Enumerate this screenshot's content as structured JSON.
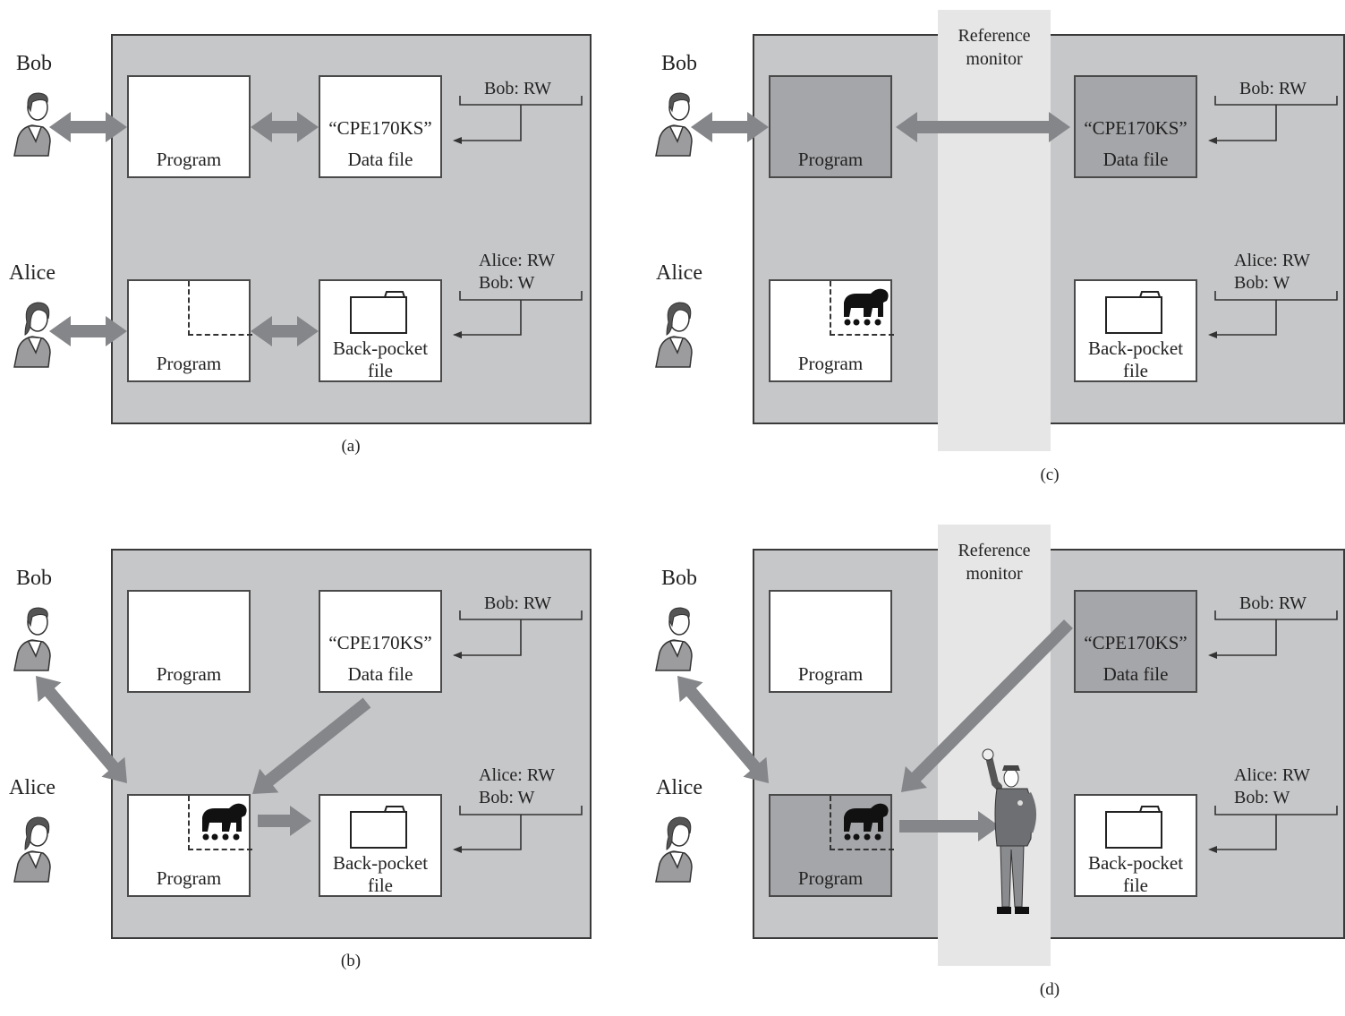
{
  "panels": {
    "a": {
      "caption": "(a)",
      "bob": "Bob",
      "alice": "Alice",
      "program": "Program",
      "data_quote": "“CPE170KS”",
      "data_file": "Data file",
      "back_pocket": "Back-pocket",
      "file": "file",
      "acl_bob": "Bob: RW",
      "acl_alice": "Alice: RW",
      "acl_alice_bob": "Bob: W"
    },
    "b": {
      "caption": "(b)",
      "bob": "Bob",
      "alice": "Alice",
      "program": "Program",
      "data_quote": "“CPE170KS”",
      "data_file": "Data file",
      "back_pocket": "Back-pocket",
      "file": "file",
      "acl_bob": "Bob: RW",
      "acl_alice": "Alice: RW",
      "acl_alice_bob": "Bob: W"
    },
    "c": {
      "caption": "(c)",
      "reference_monitor": "Reference monitor",
      "bob": "Bob",
      "alice": "Alice",
      "program": "Program",
      "data_quote": "“CPE170KS”",
      "data_file": "Data file",
      "back_pocket": "Back-pocket",
      "file": "file",
      "acl_bob": "Bob: RW",
      "acl_alice": "Alice: RW",
      "acl_alice_bob": "Bob: W"
    },
    "d": {
      "caption": "(d)",
      "reference_monitor": "Reference monitor",
      "bob": "Bob",
      "alice": "Alice",
      "program": "Program",
      "data_quote": "“CPE170KS”",
      "data_file": "Data file",
      "back_pocket": "Back-pocket",
      "file": "file",
      "acl_bob": "Bob: RW",
      "acl_alice": "Alice: RW",
      "acl_alice_bob": "Bob: W"
    }
  },
  "icons": [
    "person-icon",
    "folder-icon",
    "trojan-horse-icon",
    "guard-icon",
    "double-arrow-icon",
    "arrow-icon"
  ],
  "colors": {
    "system_fill": "#c6c7c9",
    "monitor_fill": "#e6e6e7",
    "arrow": "#858689",
    "dark_box": "#a5a6a9"
  }
}
